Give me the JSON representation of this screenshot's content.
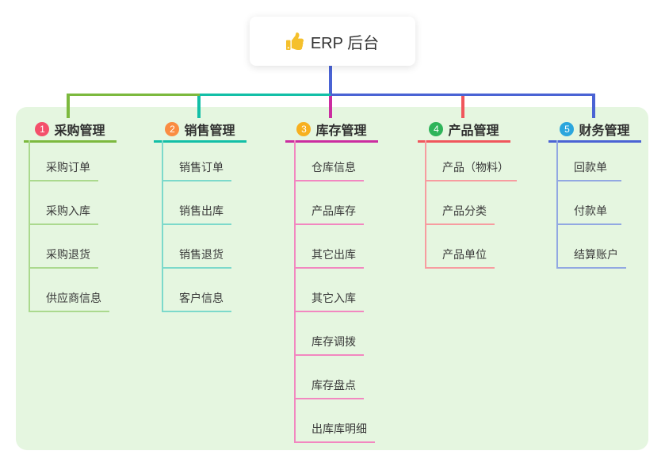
{
  "root": {
    "label": "ERP 后台",
    "icon": "thumbs-up"
  },
  "branches": [
    {
      "badge": "1",
      "label": "采购管理",
      "badge_color": "#f4506b",
      "line_color": "#7cb93e",
      "child_line_color": "#abd98e",
      "children": [
        "采购订单",
        "采购入库",
        "采购退货",
        "供应商信息"
      ]
    },
    {
      "badge": "2",
      "label": "销售管理",
      "badge_color": "#fa8c42",
      "line_color": "#12bfa7",
      "child_line_color": "#7cd9cb",
      "children": [
        "销售订单",
        "销售出库",
        "销售退货",
        "客户信息"
      ]
    },
    {
      "badge": "3",
      "label": "库存管理",
      "badge_color": "#f7b020",
      "line_color": "#cb2da0",
      "child_line_color": "#f287c0",
      "children": [
        "仓库信息",
        "产品库存",
        "其它出库",
        "其它入库",
        "库存调拨",
        "库存盘点",
        "出库库明细"
      ]
    },
    {
      "badge": "4",
      "label": "产品管理",
      "badge_color": "#2fb45a",
      "line_color": "#f0565c",
      "child_line_color": "#f79ca0",
      "children": [
        "产品（物料）",
        "产品分类",
        "产品单位"
      ]
    },
    {
      "badge": "5",
      "label": "财务管理",
      "badge_color": "#2ba6dd",
      "line_color": "#4a63d4",
      "child_line_color": "#92a8e2",
      "children": [
        "回款单",
        "付款单",
        "结算账户"
      ]
    }
  ],
  "connectors": {
    "stem_color": "#4a63d4",
    "bus_segments": [
      "#7cb93e",
      "#12bfa7",
      "#4a63d4"
    ]
  },
  "canvas": {
    "panel_color": "#e5f6e0",
    "background": "#ffffff",
    "thumb_color": "#f5c02c"
  }
}
